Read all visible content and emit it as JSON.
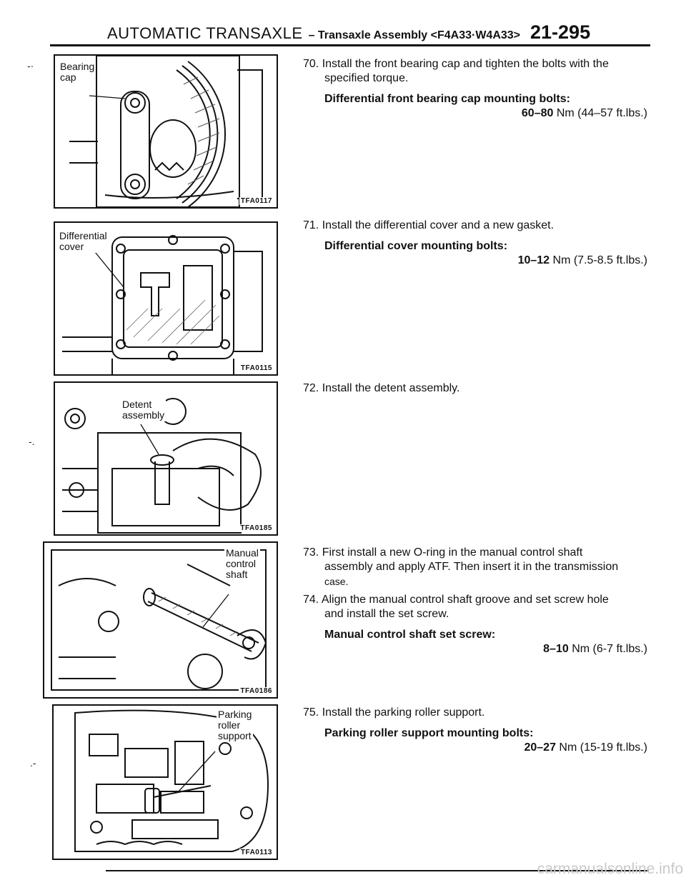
{
  "header": {
    "section": "AUTOMATIC TRANSAXLE",
    "subtitle": "– Transaxle Assembly <F4A33·W4A33>",
    "page": "21-295"
  },
  "figures": [
    {
      "label": "Bearing\ncap",
      "code": "TFA0117"
    },
    {
      "label": "Differential\ncover",
      "code": "TFA0115"
    },
    {
      "label": "Detent\nassembly",
      "code": "TFA0185"
    },
    {
      "label": "Manual\ncontrol\nshaft",
      "code": "TFA0186"
    },
    {
      "label": "Parking\nroller\nsupport",
      "code": "TFA0113"
    }
  ],
  "steps": [
    {
      "num": "70.",
      "line1": "Install the front bearing cap and tighten the bolts with the",
      "line2": "specified torque.",
      "spec_label": "Differential front bearing cap mounting bolts:",
      "spec_value_bold": "60–80",
      "spec_value_rest": " Nm (44–57 ft.lbs.)"
    },
    {
      "num": "71.",
      "line1": "Install the differential cover and a new gasket.",
      "spec_label": "Differential cover mounting bolts:",
      "spec_value_bold": "10–12",
      "spec_value_rest": " Nm (7.5-8.5 ft.lbs.)"
    },
    {
      "num": "72.",
      "line1": "Install the detent assembly."
    },
    {
      "num": "73.",
      "line1": "First install a new O-ring in the manual control shaft",
      "line2": "assembly and apply ATF. Then insert it in the transmission",
      "line3": "case."
    },
    {
      "num": "74.",
      "line1": "Align the manual control shaft groove and set screw hole",
      "line2": "and install the set screw.",
      "spec_label": "Manual control shaft set screw:",
      "spec_value_bold": "8–10",
      "spec_value_rest": " Nm (6-7 ft.lbs.)"
    },
    {
      "num": "75.",
      "line1": "Install the parking roller support.",
      "spec_label": "Parking roller support mounting bolts:",
      "spec_value_bold": "20–27",
      "spec_value_rest": " Nm (15-19 ft.lbs.)"
    }
  ],
  "watermark": "carmanualsonline.info"
}
